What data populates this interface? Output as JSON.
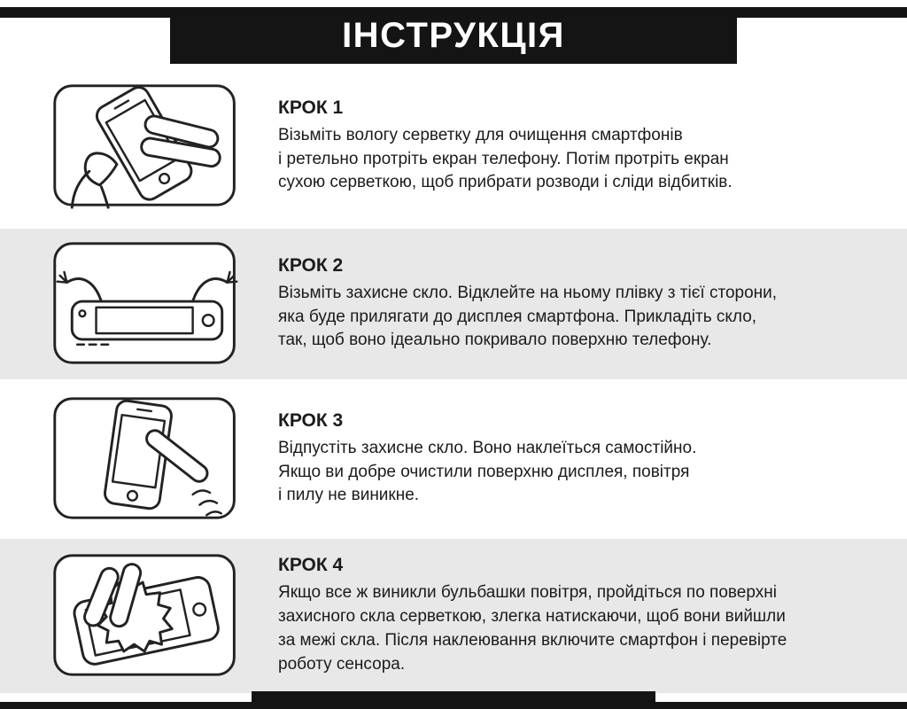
{
  "header": {
    "title": "ІНСТРУКЦІЯ"
  },
  "steps": [
    {
      "title": "КРОК 1",
      "body": "Візьміть вологу серветку для очищення смартфонів\nі ретельно протріть екран телефону. Потім протріть екран\nсухою серветкою, щоб прибрати розводи і сліди відбитків."
    },
    {
      "title": "КРОК 2",
      "body": "Візьміть захисне скло. Відклейте на ньому плівку з тієї сторони,\nяка буде прилягати до дисплея смартфона. Прикладіть скло,\nтак, щоб воно ідеально покривало поверхню телефону."
    },
    {
      "title": "КРОК 3",
      "body": "Відпустіть захисне скло. Воно наклеїться самостійно.\nЯкщо ви добре очистили поверхню дисплея, повітря\nі пилу не виникне."
    },
    {
      "title": "КРОК 4",
      "body": "Якщо все ж виникли бульбашки повітря, пройдіться по поверхні\nзахисного скла серветкою, злегка натискаючи, щоб вони вийшли\nза межі скла. Після наклеювання включите смартфон і перевірте\nроботу сенсора."
    }
  ],
  "colors": {
    "bar": "#141414",
    "alt_row": "#e8e8e8",
    "text": "#1b1b1b"
  }
}
